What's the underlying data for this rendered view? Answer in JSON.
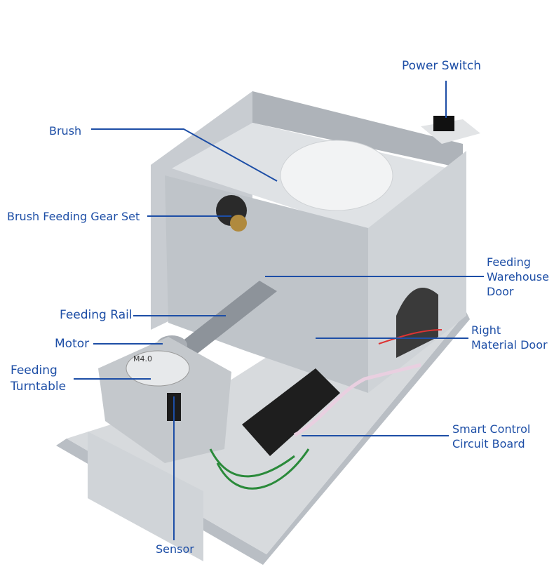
{
  "labels": {
    "power_switch": "Power Switch",
    "brush": "Brush",
    "brush_feeding_gear_set": "Brush Feeding Gear Set",
    "feeding_warehouse_door": [
      "Feeding",
      "Warehouse",
      "Door"
    ],
    "feeding_rail": "Feeding Rail",
    "right_material_door": [
      "Right",
      "Material Door"
    ],
    "motor": "Motor",
    "feeding_turntable": [
      "Feeding",
      "Turntable"
    ],
    "smart_control_circuit_board": [
      "Smart Control",
      "Circuit Board"
    ],
    "sensor": "Sensor"
  },
  "turntable_marking": "M4.0",
  "colors": {
    "label": "#1d4ea6",
    "leader": "#1d4ea6",
    "metal": "#c9cdd2"
  }
}
